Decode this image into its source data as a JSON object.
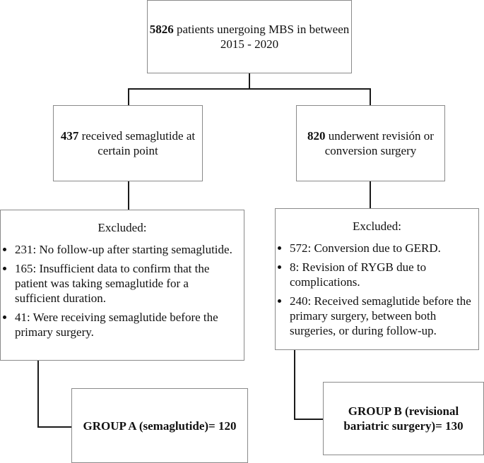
{
  "top_box": {
    "count": "5826",
    "text": " patients unergoing MBS in between 2015 - 2020"
  },
  "left_box": {
    "count": "437",
    "text": " received semaglutide at certain point"
  },
  "right_box": {
    "count": "820",
    "text": " underwent revisión or conversion surgery"
  },
  "left_excluded": {
    "title": "Excluded:",
    "items": [
      "231: No follow-up after starting semaglutide.",
      "165: Insufficient data to confirm that the patient was taking semaglutide for a sufficient duration.",
      "41: Were receiving semaglutide before the primary surgery."
    ]
  },
  "right_excluded": {
    "title": "Excluded:",
    "items": [
      "572: Conversion due to GERD.",
      "8: Revision of RYGB due to complications.",
      "240: Received semaglutide before the primary surgery, between both surgeries, or during follow-up."
    ]
  },
  "group_a": {
    "label": "GROUP A (semaglutide)= 120"
  },
  "group_b": {
    "label": "GROUP B (revisional bariatric surgery)= 130"
  }
}
